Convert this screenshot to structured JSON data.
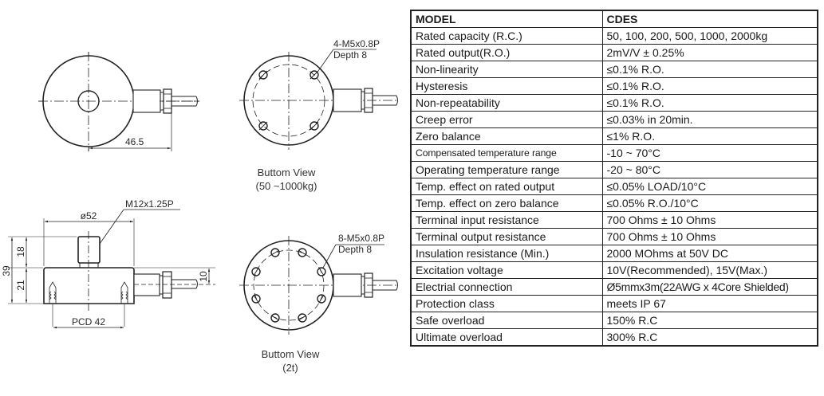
{
  "drawings": {
    "top_view": {
      "dimension_cable": "46.5"
    },
    "bottom_view_4hole": {
      "callout_line1": "4-M5x0.8P",
      "callout_line2": "Depth 8",
      "caption_line1": "Buttom View",
      "caption_line2": "(50 ~1000kg)",
      "hole_count": 4
    },
    "side_view": {
      "thread_callout": "M12x1.25P",
      "diameter": "ø52",
      "height_total": "39",
      "height_stud": "18",
      "height_body": "21",
      "cable_offset": "10",
      "pcd": "PCD 42"
    },
    "bottom_view_8hole": {
      "callout_line1": "8-M5x0.8P",
      "callout_line2": "Depth 8",
      "caption_line1": "Buttom View",
      "caption_line2": "(2t)",
      "hole_count": 8
    }
  },
  "spec_table": {
    "header": {
      "param": "MODEL",
      "value": "CDES"
    },
    "rows": [
      {
        "param": "Rated capacity (R.C.)",
        "value": "50, 100, 200, 500, 1000, 2000kg"
      },
      {
        "param": "Rated output(R.O.)",
        "value": "2mV/V ± 0.25%"
      },
      {
        "param": "Non-linearity",
        "value": "≤0.1% R.O."
      },
      {
        "param": "Hysteresis",
        "value": "≤0.1% R.O."
      },
      {
        "param": "Non-repeatability",
        "value": "≤0.1% R.O."
      },
      {
        "param": "Creep error",
        "value": "≤0.03% in 20min."
      },
      {
        "param": "Zero balance",
        "value": "≤1% R.O."
      },
      {
        "param": "Compensated temperature range",
        "value": "-10 ~ 70°C"
      },
      {
        "param": "Operating temperature range",
        "value": "-20 ~ 80°C"
      },
      {
        "param": "Temp. effect on rated output",
        "value": "≤0.05% LOAD/10°C"
      },
      {
        "param": "Temp. effect on zero balance",
        "value": "≤0.05% R.O./10°C"
      },
      {
        "param": "Terminal input resistance",
        "value": "700 Ohms ± 10 Ohms"
      },
      {
        "param": "Terminal output resistance",
        "value": "700 Ohms ± 10 Ohms"
      },
      {
        "param": "Insulation resistance (Min.)",
        "value": "2000 MOhms at 50V DC"
      },
      {
        "param": "Excitation voltage",
        "value": "10V(Recommended), 15V(Max.)"
      },
      {
        "param": "Electrial connection",
        "value": "Ø5mmx3m(22AWG x 4Core Shielded)"
      },
      {
        "param": "Protection class",
        "value": "meets IP 67"
      },
      {
        "param": "Safe overload",
        "value": "150% R.C"
      },
      {
        "param": "Ultimate overload",
        "value": "300% R.C"
      }
    ]
  }
}
